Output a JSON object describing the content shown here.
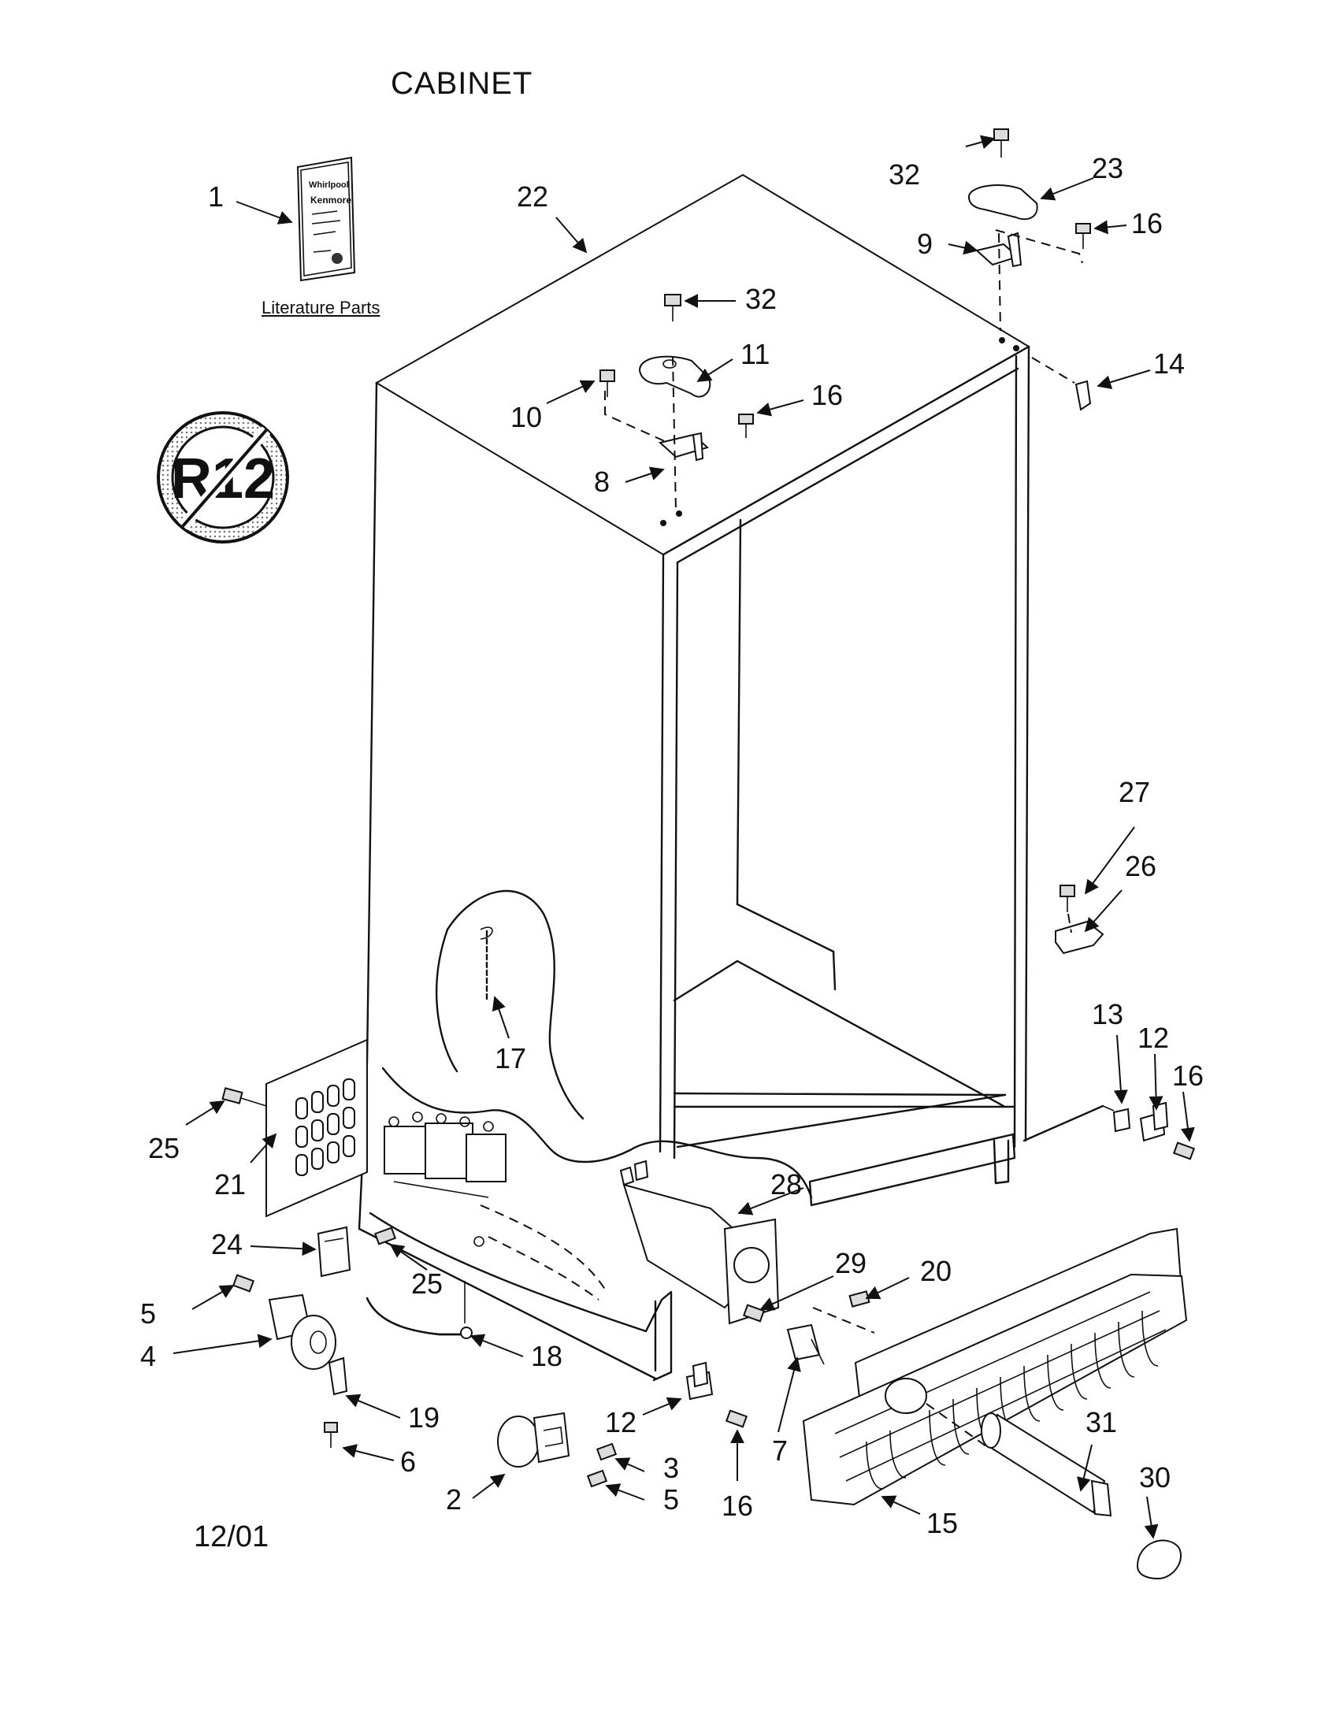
{
  "title": "CABINET",
  "date": "12/01",
  "literature": {
    "caption": "Literature Parts",
    "booklet_lines": [
      "Whirlpool",
      "Kenmore"
    ]
  },
  "badge": {
    "icon": "no-r12-icon",
    "text": "R12"
  },
  "callouts": [
    "1",
    "22",
    "32",
    "23",
    "16",
    "9",
    "32",
    "11",
    "10",
    "16",
    "8",
    "14",
    "27",
    "26",
    "17",
    "13",
    "12",
    "16",
    "25",
    "21",
    "28",
    "24",
    "25",
    "29",
    "20",
    "5",
    "4",
    "18",
    "19",
    "6",
    "12",
    "7",
    "2",
    "3",
    "5",
    "16",
    "31",
    "30",
    "15"
  ],
  "colors": {
    "ink": "#111111",
    "paper": "#ffffff",
    "badge_fill": "#d9d9d9"
  }
}
